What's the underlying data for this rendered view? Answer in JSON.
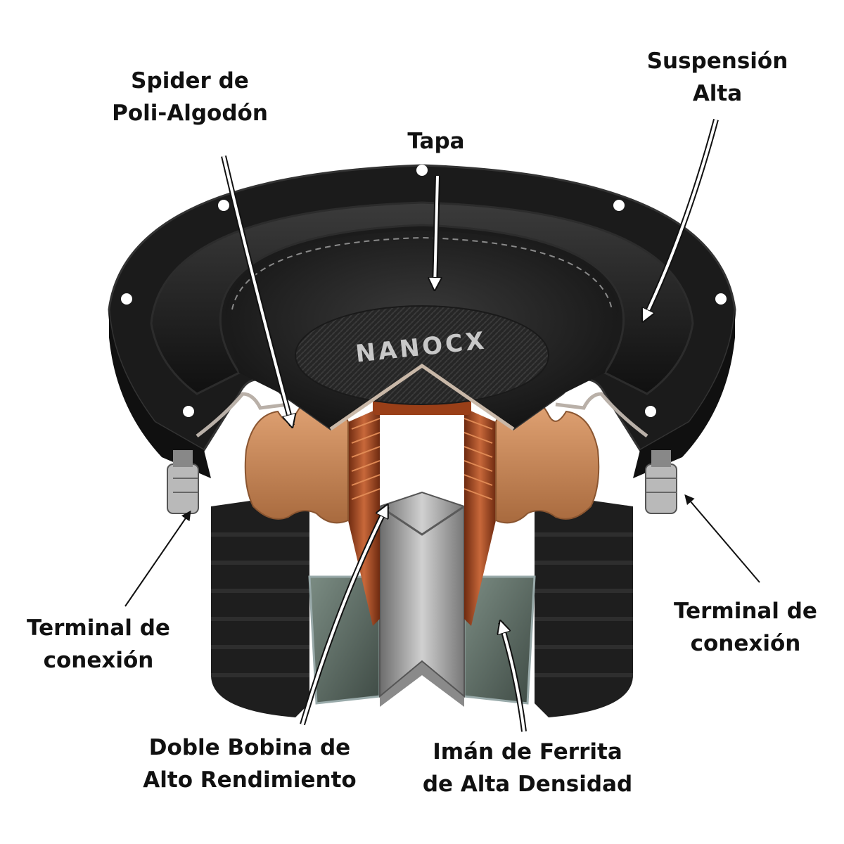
{
  "brand": {
    "logo_text": "NANOCX"
  },
  "labels": {
    "spider": {
      "line1": "Spider de",
      "line2": "Poli-Algodón"
    },
    "tapa": {
      "line1": "Tapa"
    },
    "suspension": {
      "line1": "Suspensión",
      "line2": "Alta"
    },
    "terminal_left": {
      "line1": "Terminal de",
      "line2": "conexión"
    },
    "terminal_right": {
      "line1": "Terminal de",
      "line2": "conexión"
    },
    "bobina": {
      "line1": "Doble Bobina de",
      "line2": "Alto Rendimiento"
    },
    "iman": {
      "line1": "Imán de Ferrita",
      "line2": "de Alta Densidad"
    }
  },
  "colors": {
    "basket": "#1c1c1c",
    "cone": "#2a2a2a",
    "spider": "#c98a5c",
    "coil": "#a04a22",
    "pole": "#9a9a9a",
    "magnet": "#5f6f66",
    "label": "#111111"
  }
}
